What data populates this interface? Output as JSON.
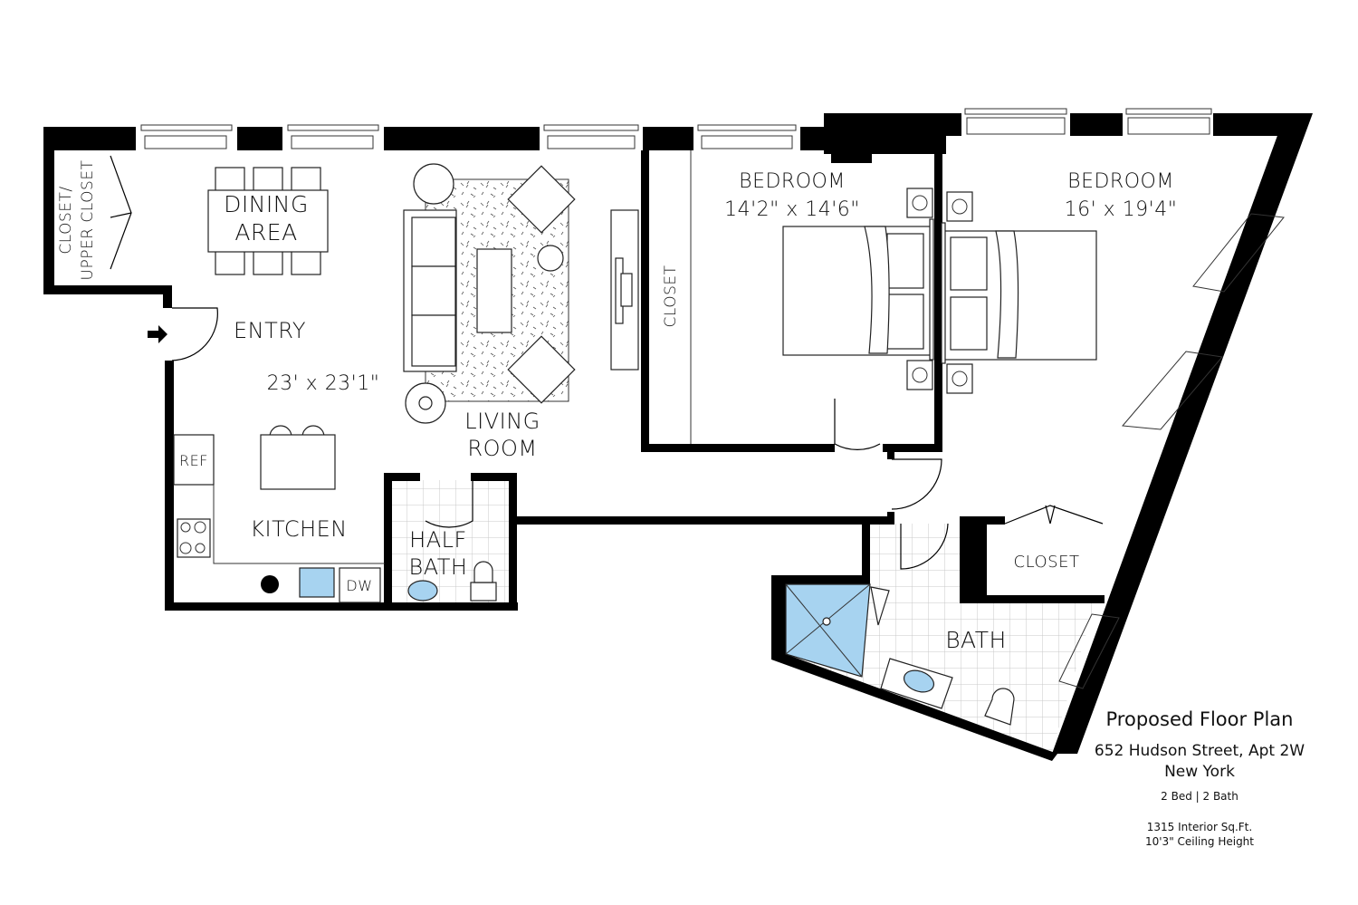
{
  "plan": {
    "title": "Proposed Floor Plan",
    "address_line1": "652 Hudson Street, Apt 2W",
    "address_line2": "New York",
    "beds_baths": "2 Bed | 2 Bath",
    "interior_sqft": "1315 Interior Sq.Ft.",
    "ceiling_height": "10'3\" Ceiling Height"
  },
  "rooms": {
    "closet_upper": {
      "line1": "CLOSET/",
      "line2": "UPPER CLOSET"
    },
    "dining": {
      "line1": "DINING",
      "line2": "AREA"
    },
    "entry": {
      "label": "ENTRY",
      "dimensions": "23' x 23'1\""
    },
    "living": {
      "line1": "LIVING",
      "line2": "ROOM"
    },
    "kitchen": {
      "label": "KITCHEN",
      "ref": "REF",
      "dw": "DW"
    },
    "half_bath": {
      "line1": "HALF",
      "line2": "BATH"
    },
    "bedroom1": {
      "label": "BEDROOM",
      "dimensions": "14'2\" x 14'6\"",
      "closet": "CLOSET"
    },
    "bedroom2": {
      "label": "BEDROOM",
      "dimensions": "16' x 19'4\""
    },
    "bath": {
      "label": "BATH",
      "closet": "CLOSET"
    }
  },
  "colors": {
    "wall": "#000000",
    "fixture_blue": "#a7d3f0",
    "tile_grid": "#c8c8c8"
  }
}
